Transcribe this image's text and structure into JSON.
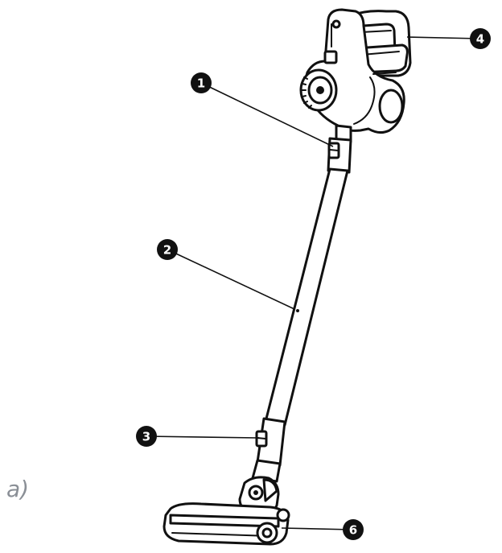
{
  "figure_label": "a)",
  "callouts": [
    {
      "id": "1",
      "label": "1"
    },
    {
      "id": "2",
      "label": "2"
    },
    {
      "id": "3",
      "label": "3"
    },
    {
      "id": "4",
      "label": "4"
    },
    {
      "id": "6",
      "label": "6"
    }
  ]
}
